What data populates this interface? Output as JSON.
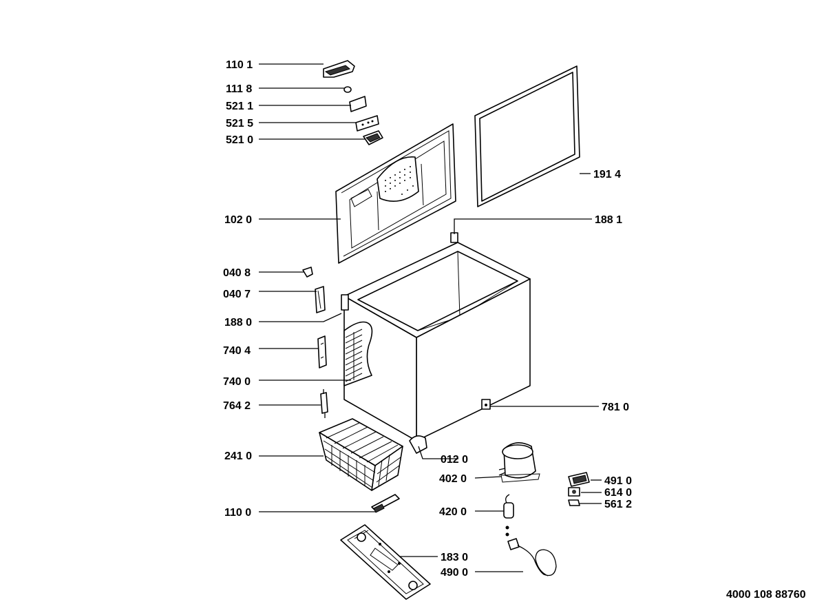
{
  "labels": {
    "p1101": "110 1",
    "p1118": "111 8",
    "p5211": "521 1",
    "p5215": "521 5",
    "p5210": "521 0",
    "p1914": "191 4",
    "p1020": "102 0",
    "p1881": "188 1",
    "p0408": "040 8",
    "p0407": "040 7",
    "p1880": "188 0",
    "p7404": "740 4",
    "p7400": "740 0",
    "p7642": "764 2",
    "p7810": "781 0",
    "p2410": "241 0",
    "p0120": "012 0",
    "p4020": "402 0",
    "p4910": "491 0",
    "p6140": "614 0",
    "p5612": "561 2",
    "p1100": "110 0",
    "p4200": "420 0",
    "p1830": "183 0",
    "p4900": "490 0"
  },
  "document_code": "4000 108 88760"
}
